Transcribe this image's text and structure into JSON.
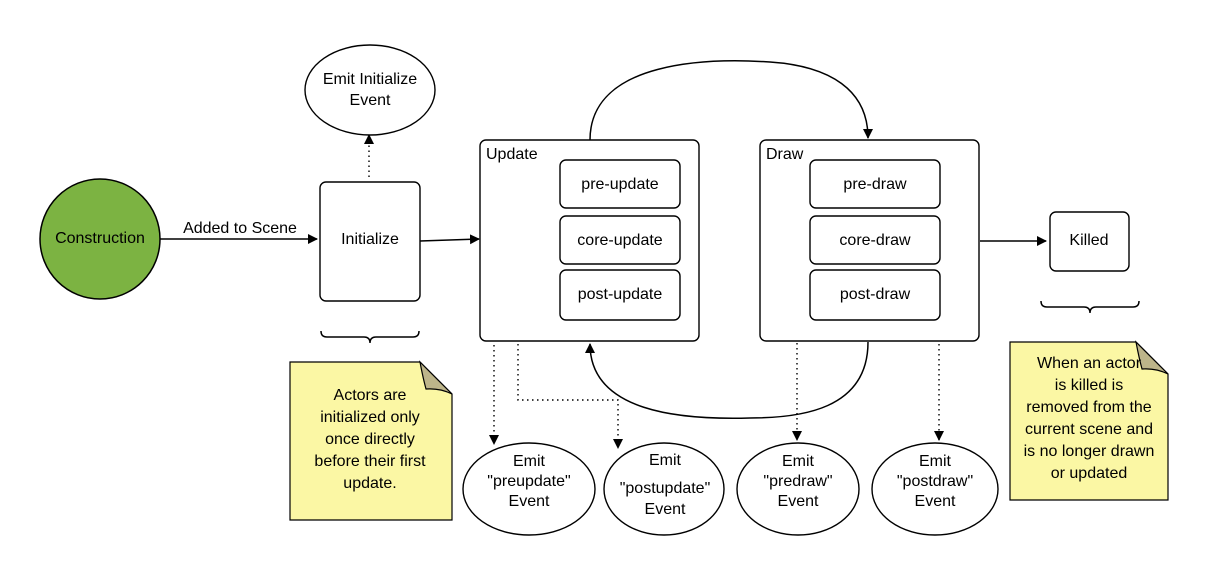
{
  "nodes": {
    "construction": "Construction",
    "initialize": "Initialize",
    "emit_initialize": [
      "Emit Initialize",
      "Event"
    ],
    "update_group": "Update",
    "pre_update": "pre-update",
    "core_update": "core-update",
    "post_update": "post-update",
    "draw_group": "Draw",
    "pre_draw": "pre-draw",
    "core_draw": "core-draw",
    "post_draw": "post-draw",
    "killed": "Killed",
    "emit_preupdate": [
      "Emit",
      "\"preupdate\"",
      "Event"
    ],
    "emit_postupdate": [
      "Emit",
      "\"postupdate\"",
      "Event"
    ],
    "emit_predraw": [
      "Emit",
      "\"predraw\"",
      "Event"
    ],
    "emit_postdraw": [
      "Emit",
      "\"postdraw\"",
      "Event"
    ]
  },
  "edges": {
    "added_to_scene": "Added to Scene"
  },
  "notes": {
    "initialize_note": [
      "Actors are",
      "initialized only",
      "once directly",
      "before their first",
      "update."
    ],
    "killed_note": [
      "When an actor",
      "is killed is",
      "removed from the",
      "current scene and",
      "is no longer drawn",
      "or updated"
    ]
  },
  "colors": {
    "construction_fill": "#7cb342",
    "note_fill": "#fbf7a4",
    "note_fold": "#bdb58a",
    "stroke": "#000000"
  }
}
